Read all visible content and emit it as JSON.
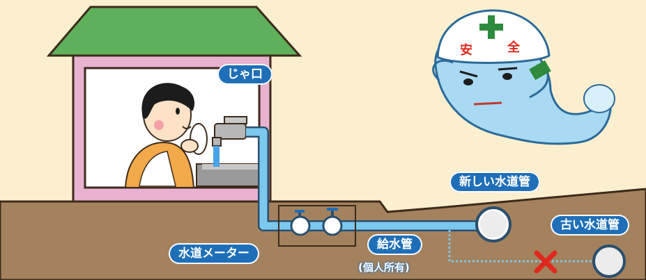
{
  "labels": {
    "faucet": "じゃ口",
    "new_pipe": "新しい水道管",
    "old_pipe": "古い水道管",
    "meter": "水道メーター",
    "service_pipe": "給水管",
    "ownership": "(個人所有)"
  },
  "helmet": {
    "left_char": "安",
    "right_char": "全"
  },
  "colors": {
    "background": "#fcefcf",
    "ground": "#a4825d",
    "roof": "#5fb05a",
    "house_wall": "#e8b2d0",
    "pipe": "#7cc9ee",
    "label": "#1f6fb8",
    "cross": "#e0281c"
  }
}
